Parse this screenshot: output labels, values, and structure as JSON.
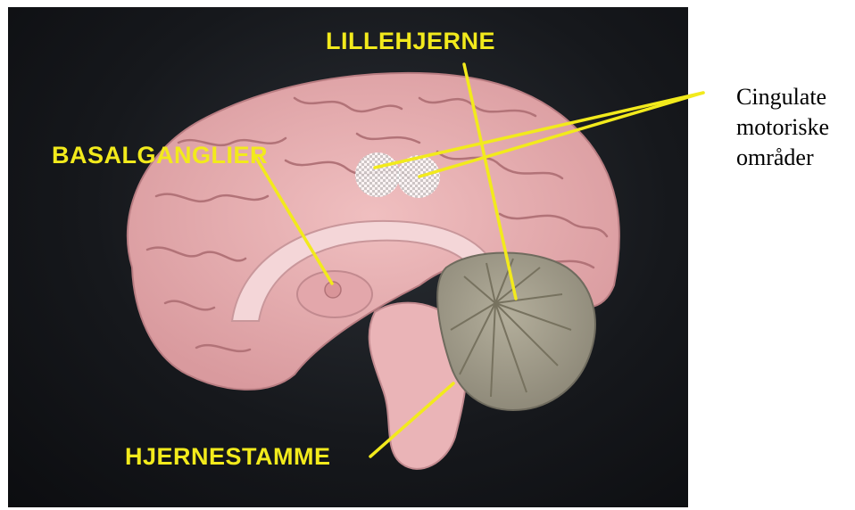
{
  "labels": {
    "lillehjerne": "LILLEHJERNE",
    "basalganglier": "BASALGANGLIER",
    "hjernestamme": "HJERNESTAMME"
  },
  "side_label": {
    "line1": "Cingulate",
    "line2": "motoriske",
    "line3": "områder"
  },
  "colors": {
    "label_yellow": "#f2ea1c",
    "background": "#16181c",
    "cortex_pink": "#e8aeb0",
    "cerebellum_gray": "#a39e8c"
  }
}
